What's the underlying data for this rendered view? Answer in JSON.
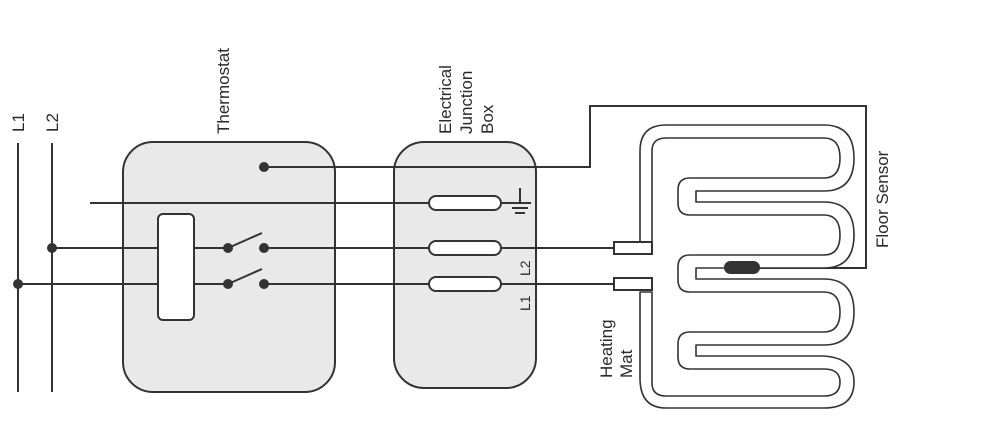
{
  "labels": {
    "line1": "L1",
    "line2": "L2",
    "thermostat": "Thermostat",
    "junction_box": [
      "Electrical",
      "Junction",
      "Box"
    ],
    "junction_l2": "L2",
    "junction_l1": "L1",
    "floor_sensor": "Floor Sensor",
    "heating_mat": [
      "Heating",
      "Mat"
    ]
  },
  "colors": {
    "line": "#333333",
    "box_fill": "#e9e9e9",
    "sensor": "#333333"
  },
  "icons": {
    "ground": "ground-symbol-icon",
    "switch": "switch-contact-icon"
  }
}
